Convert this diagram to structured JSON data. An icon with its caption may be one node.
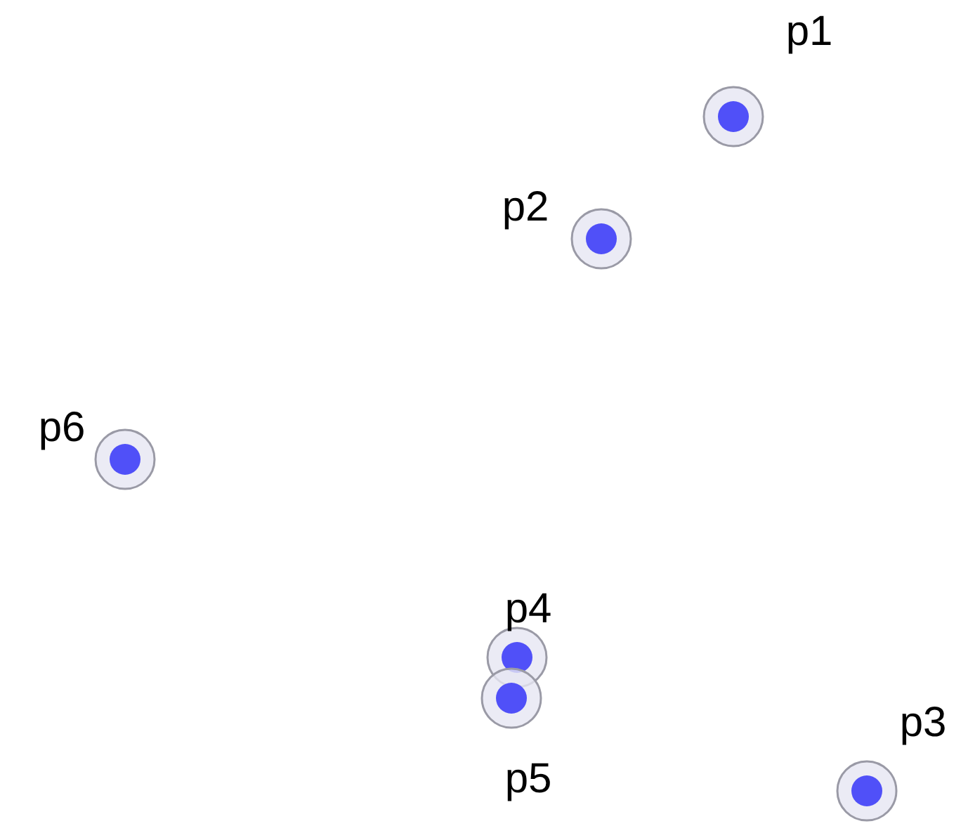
{
  "diagram": {
    "nodes": [
      {
        "text": [],
        "shape": "circle",
        "beside": [
          "p1"
        ]
      },
      {
        "text": [],
        "shape": "circle",
        "beside": [
          "p2"
        ]
      },
      {
        "text": [],
        "shape": "circle",
        "beside": [
          "p6"
        ]
      },
      {
        "text": [],
        "shape": "circle",
        "beside": [
          "p4"
        ]
      },
      {
        "text": [],
        "shape": "circle",
        "beside": [
          "p5"
        ]
      },
      {
        "text": [],
        "shape": "circle",
        "beside": [
          "p3"
        ]
      }
    ]
  }
}
